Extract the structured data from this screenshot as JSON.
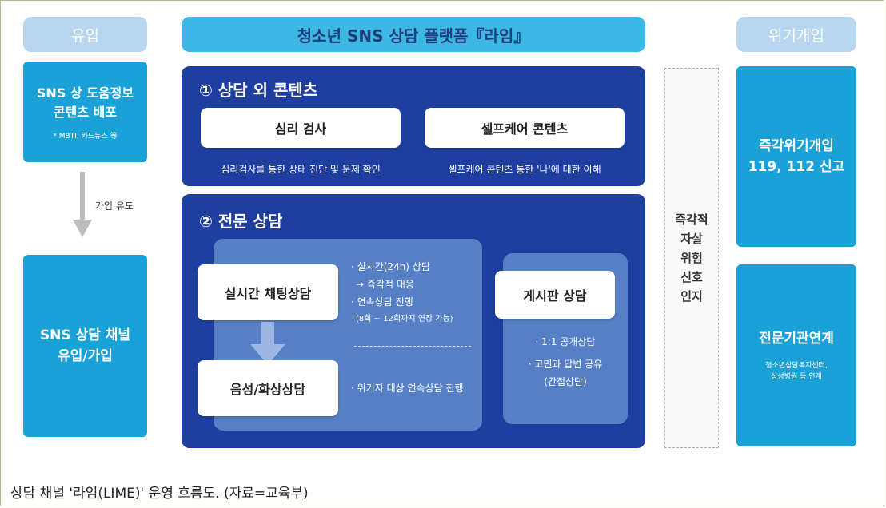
{
  "left_column": {
    "header": "유입",
    "box1": {
      "line1": "SNS 상 도움정보",
      "line2": "콘텐츠 배포",
      "note": "* MBTI, 카드뉴스 等"
    },
    "arrow_label": "가입 유도",
    "box2": {
      "line1": "SNS 상담 채널",
      "line2": "유입/가입"
    }
  },
  "center": {
    "header": "청소년 SNS 상담 플랫폼『라임』",
    "section1": {
      "title": "① 상담 외 콘텐츠",
      "items": [
        {
          "label": "심리 검사",
          "desc": "심리검사를 통한 상태 진단 및 문제 확인"
        },
        {
          "label": "셀프케어 콘텐츠",
          "desc": "셀프케어 콘텐츠 통한 '나'에 대한 이해"
        }
      ]
    },
    "section2": {
      "title": "② 전문 상담",
      "chat": {
        "label": "실시간 채팅상담",
        "bullets": [
          "· 실시간(24h) 상담",
          "→ 즉각적 대응",
          "· 연속상담 진행",
          "(8회 ~ 12회까지 연장 가능)"
        ]
      },
      "voice": {
        "label": "음성/화상상담",
        "bullet": "· 위기자 대상 연속상담 진행"
      },
      "board": {
        "label": "게시판 상담",
        "bullets": [
          "· 1:1 공개상담",
          "· 고민과 답변 공유",
          "(간접상담)"
        ]
      }
    }
  },
  "middle_column": {
    "lines": [
      "즉각적",
      "자살",
      "위험",
      "신호",
      "인지"
    ]
  },
  "right_column": {
    "header": "위기개입",
    "box1": {
      "line1": "즉각위기개입",
      "line2": "119, 112 신고"
    },
    "box2": {
      "title": "전문기관연계",
      "note1": "청소년상담복지센터,",
      "note2": "상성병원 등 연계"
    }
  },
  "caption": "상담 채널 '라임(LIME)' 운영 흐름도. (자료=교육부)",
  "colors": {
    "navy": "#1f3fa0",
    "cyan": "#1aa2d8",
    "light_header": "#b8d6ef",
    "top_header": "#3db7e4"
  }
}
